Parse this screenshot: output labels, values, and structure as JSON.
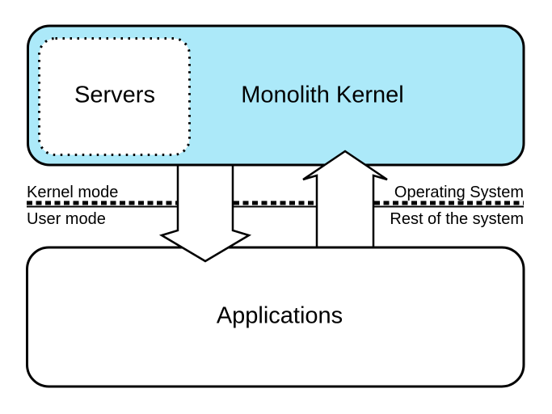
{
  "diagram": {
    "kernel_label": "Monolith Kernel",
    "servers_label": "Servers",
    "applications_label": "Applications",
    "boundary": {
      "above_left": "Kernel mode",
      "below_left": "User mode",
      "above_right": "Operating System",
      "below_right": "Rest of the system"
    },
    "icons": {
      "up_arrow": "block-arrow-up",
      "down_arrow": "block-arrow-down"
    },
    "colors": {
      "kernel_fill": "#ace9f9",
      "line": "#000000",
      "background": "#ffffff"
    }
  }
}
